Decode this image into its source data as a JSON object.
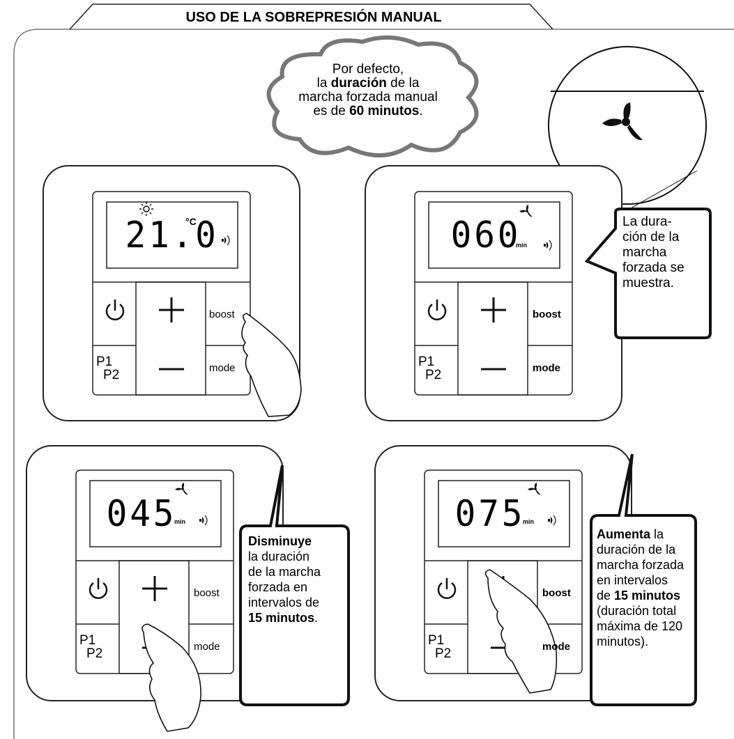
{
  "title": "USO DE LA SOBREPRESIÓN MANUAL",
  "cloud": {
    "line1": "Por defecto,",
    "line2_pre": "la ",
    "line2_bold": "duración",
    "line2_post": " de la",
    "line3": "marcha forzada manual",
    "line4_pre": "es de ",
    "line4_bold": "60 minutos",
    "line4_post": "."
  },
  "panel1": {
    "display": "21.0",
    "unit": "°C",
    "boost": "boost",
    "mode": "mode",
    "p1": "P1",
    "p2": "P2"
  },
  "panel2": {
    "display": "060",
    "unit": "min",
    "boost": "boost",
    "mode": "mode",
    "p1": "P1",
    "p2": "P2"
  },
  "panel3": {
    "display": "045",
    "unit": "min",
    "boost": "boost",
    "mode": "mode",
    "p1": "P1",
    "p2": "P2"
  },
  "panel4": {
    "display": "075",
    "unit": "min",
    "boost": "boost",
    "mode": "mode",
    "p1": "P1",
    "p2": "P2"
  },
  "callout2": [
    "La dura-",
    "ción de la",
    "marcha",
    "forzada se",
    "muestra."
  ],
  "callout3": {
    "bold1": "Disminuye",
    "l2": "la duración",
    "l3": "de la marcha",
    "l4": "forzada en",
    "l5": "intervalos de",
    "bold2": "15 minutos",
    "post": "."
  },
  "callout4": {
    "bold1": "Aumenta",
    "post1": " la",
    "l2": "duración de la",
    "l3": "marcha forzada",
    "l4": "en intervalos",
    "l5_pre": "de ",
    "bold2": "15 minutos",
    "l6": "(duración total",
    "l7": "máxima de 120",
    "l8": "minutos)."
  },
  "icons": [
    "fan-icon",
    "sun-icon",
    "power-icon",
    "plus-icon",
    "minus-icon",
    "signal-icon",
    "hand-pointer-icon"
  ]
}
